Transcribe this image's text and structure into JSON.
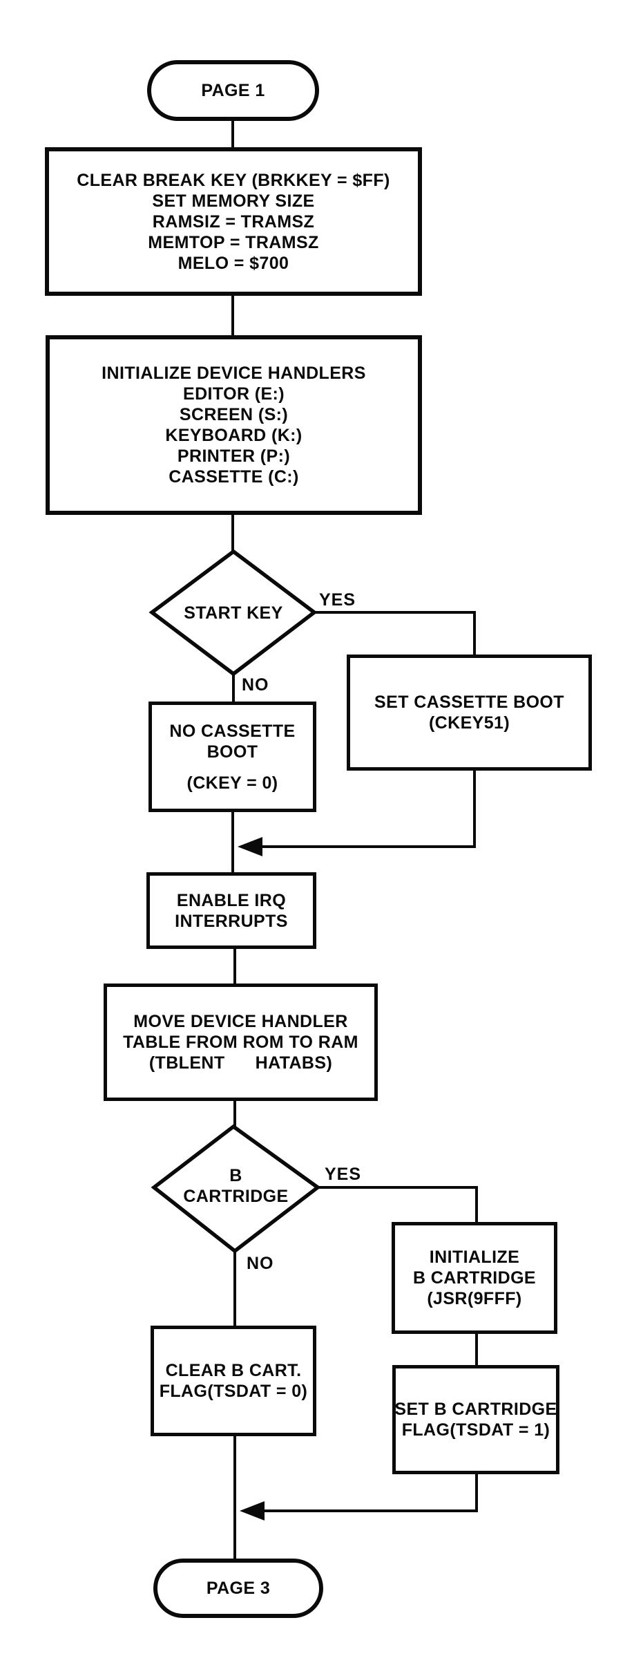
{
  "page": {
    "title": "Boot flowchart",
    "colors": {
      "ink": "#0a0a0a",
      "paper": "#ffffff"
    }
  },
  "flowchart": {
    "terminators": {
      "start": {
        "label": "PAGE 1"
      },
      "end": {
        "label": "PAGE 3"
      }
    },
    "decisions": {
      "start_key": {
        "label": "START KEY",
        "yes": "YES",
        "no": "NO"
      },
      "b_cartridge": {
        "line1": "B",
        "line2": "CARTRIDGE",
        "yes": "YES",
        "no": "NO"
      }
    },
    "processes": {
      "clear_break": {
        "lines": [
          "CLEAR BREAK KEY (BRKKEY = $FF)",
          "SET MEMORY SIZE",
          "RAMSIZ = TRAMSZ",
          "MEMTOP = TRAMSZ",
          "MELO = $700"
        ]
      },
      "init_handlers": {
        "lines": [
          "INITIALIZE DEVICE HANDLERS",
          "EDITOR (E:)",
          "SCREEN (S:)",
          "KEYBOARD (K:)",
          "PRINTER (P:)",
          "CASSETTE (C:)"
        ]
      },
      "set_cassette_boot": {
        "lines": [
          "SET CASSETTE BOOT",
          "(CKEY51)"
        ]
      },
      "no_cassette_boot": {
        "lines": [
          "NO CASSETTE",
          "BOOT",
          "(CKEY = 0)"
        ]
      },
      "enable_irq": {
        "lines": [
          "ENABLE IRQ",
          "INTERRUPTS"
        ]
      },
      "move_handler_table": {
        "lines": [
          "MOVE DEVICE HANDLER",
          "TABLE FROM ROM TO RAM",
          "(TBLENT      HATABS)"
        ]
      },
      "init_b_cartridge": {
        "lines": [
          "INITIALIZE",
          "B CARTRIDGE",
          "(JSR(9FFF)"
        ]
      },
      "set_b_cartridge": {
        "lines": [
          "SET B CARTRIDGE",
          "FLAG(TSDAT = 1)"
        ]
      },
      "clear_b_cart": {
        "lines": [
          "CLEAR B CART.",
          "FLAG(TSDAT = 0)"
        ]
      }
    }
  }
}
